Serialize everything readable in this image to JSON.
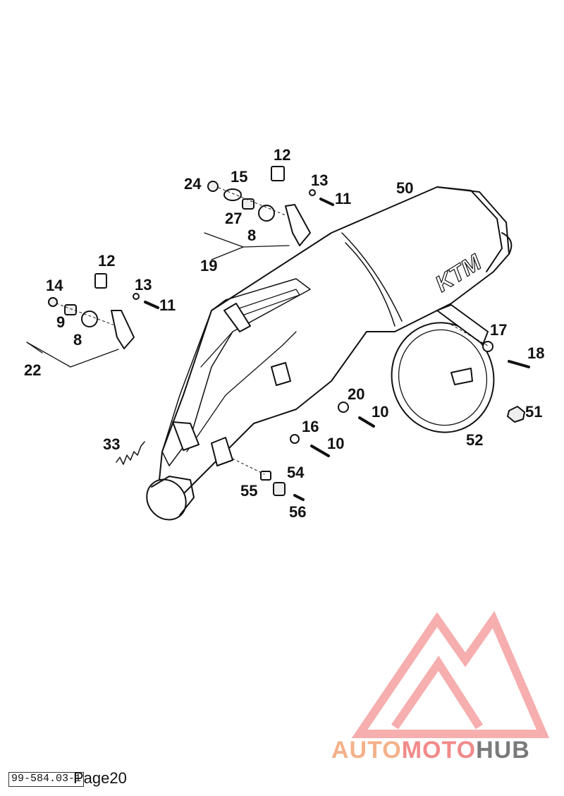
{
  "diagram": {
    "callouts": [
      {
        "id": "c12a",
        "label": "12"
      },
      {
        "id": "c24",
        "label": "24"
      },
      {
        "id": "c15",
        "label": "15"
      },
      {
        "id": "c13a",
        "label": "13"
      },
      {
        "id": "c11a",
        "label": "11"
      },
      {
        "id": "c50",
        "label": "50"
      },
      {
        "id": "c27",
        "label": "27"
      },
      {
        "id": "c8a",
        "label": "8"
      },
      {
        "id": "c19",
        "label": "19"
      },
      {
        "id": "c12b",
        "label": "12"
      },
      {
        "id": "c14",
        "label": "14"
      },
      {
        "id": "c13b",
        "label": "13"
      },
      {
        "id": "c11b",
        "label": "11"
      },
      {
        "id": "c9",
        "label": "9"
      },
      {
        "id": "c8b",
        "label": "8"
      },
      {
        "id": "c22",
        "label": "22"
      },
      {
        "id": "c17",
        "label": "17"
      },
      {
        "id": "c18",
        "label": "18"
      },
      {
        "id": "c20",
        "label": "20"
      },
      {
        "id": "c10a",
        "label": "10"
      },
      {
        "id": "c16",
        "label": "16"
      },
      {
        "id": "c10b",
        "label": "10"
      },
      {
        "id": "c51",
        "label": "51"
      },
      {
        "id": "c52",
        "label": "52"
      },
      {
        "id": "c33",
        "label": "33"
      },
      {
        "id": "c54",
        "label": "54"
      },
      {
        "id": "c55",
        "label": "55"
      },
      {
        "id": "c56",
        "label": "56"
      }
    ],
    "muffler_logo_text": "KTM"
  },
  "watermark": {
    "part1": "AUTO",
    "part2": "MOTO",
    "part3": "HUB",
    "colors": {
      "triangle": "#f4a0a0",
      "auto": "#f4b18a",
      "moto": "#f28a8a",
      "hub": "#7a7a7a"
    }
  },
  "footer": {
    "code": "99-584.03-1",
    "page": "Page20"
  }
}
